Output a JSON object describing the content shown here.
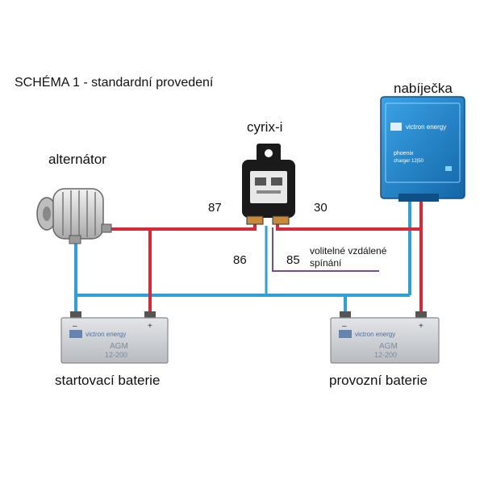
{
  "title": "SCHÉMA 1 - standardní provedení",
  "components": {
    "alternator": "alternátor",
    "relay": "cyrix-i",
    "charger": "nabíječka",
    "charger_brand": "victron energy",
    "charger_model_line1": "phoenix",
    "charger_model_line2": "charger 12|50",
    "battery_start": "startovací baterie",
    "battery_service": "provozní baterie",
    "battery_brand": "victron energy",
    "battery_type": "AGM",
    "battery_rating": "12-200",
    "battery_minus": "–",
    "battery_plus": "+"
  },
  "terminals": {
    "t87": "87",
    "t30": "30",
    "t86": "86",
    "t85": "85"
  },
  "remote_switch_note": "volitelné vzdálené spínání",
  "colors": {
    "positive": "#d62a3a",
    "negative": "#2ea0d6",
    "control": "#7a4a8a",
    "charger_body": "#1f7fc4",
    "battery_body": "#c9cbcf"
  }
}
